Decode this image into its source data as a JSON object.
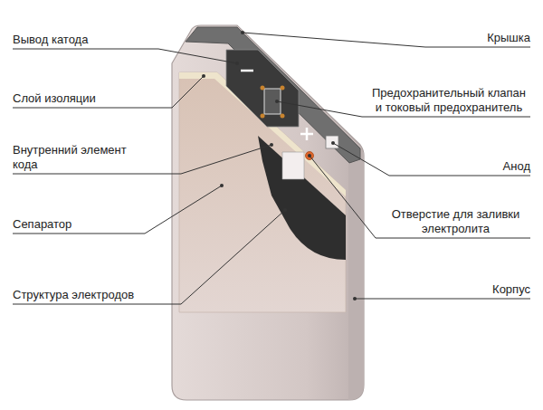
{
  "diagram": {
    "labels": [
      "Вывод катода",
      "Крышка",
      "Слой изоляции",
      "Предохранительный клапан и токовый предохранитель",
      "Внутренний элемент кода",
      "Анод",
      "Сепаратор",
      "Отверстие для заливки электролита",
      "Структура электродов",
      "Корпус"
    ]
  }
}
